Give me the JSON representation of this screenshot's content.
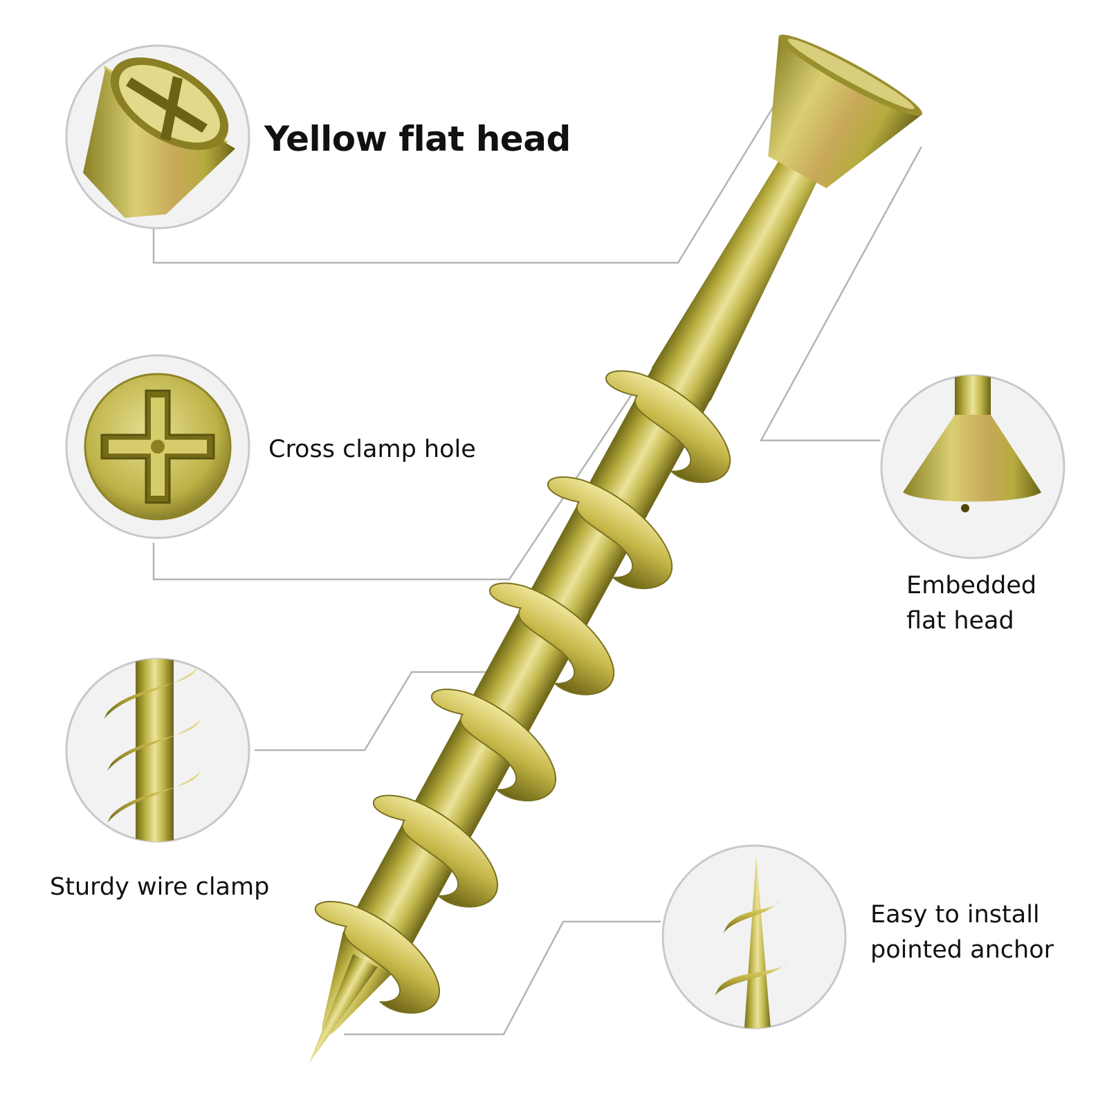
{
  "colors": {
    "background": "#ffffff",
    "circle_border": "#c8c8c8",
    "circle_fill": "#eeeeee",
    "leader_line": "#b4b4b4",
    "brass_light": "#e4dc86",
    "brass_mid": "#bfb447",
    "brass_dark": "#7e7520",
    "text": "#111111"
  },
  "features": {
    "yellow_flat_head": {
      "label": "Yellow flat head",
      "icon": "screw-head-angled-icon"
    },
    "cross_clamp_hole": {
      "label": "Cross clamp hole",
      "icon": "phillips-recess-icon"
    },
    "sturdy_wire_clamp": {
      "label": "Sturdy wire clamp",
      "icon": "spiral-wire-icon"
    },
    "embedded_flat_head": {
      "line1": "Embedded",
      "line2": "flat head",
      "icon": "countersunk-head-icon"
    },
    "pointed_anchor": {
      "line1": "Easy to install",
      "line2": "pointed anchor",
      "icon": "pointed-tip-icon"
    }
  }
}
